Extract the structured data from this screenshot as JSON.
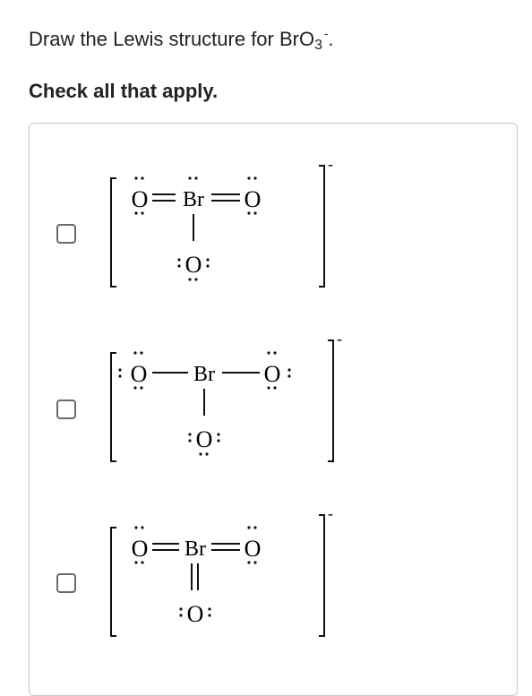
{
  "question": {
    "prefix": "Draw the Lewis structure for BrO",
    "subscript": "3",
    "charge": "-",
    "suffix": "."
  },
  "instruction": "Check all that apply.",
  "options": [
    {
      "top_left": "O",
      "center": "Br",
      "top_right": "O",
      "bottom": "O",
      "charge": "-"
    },
    {
      "top_left": "O",
      "center": "Br",
      "top_right": "O",
      "bottom": "O",
      "charge": "-"
    },
    {
      "top_left": "O",
      "center": "Br",
      "top_right": "O",
      "bottom": "O",
      "charge": "-"
    }
  ]
}
